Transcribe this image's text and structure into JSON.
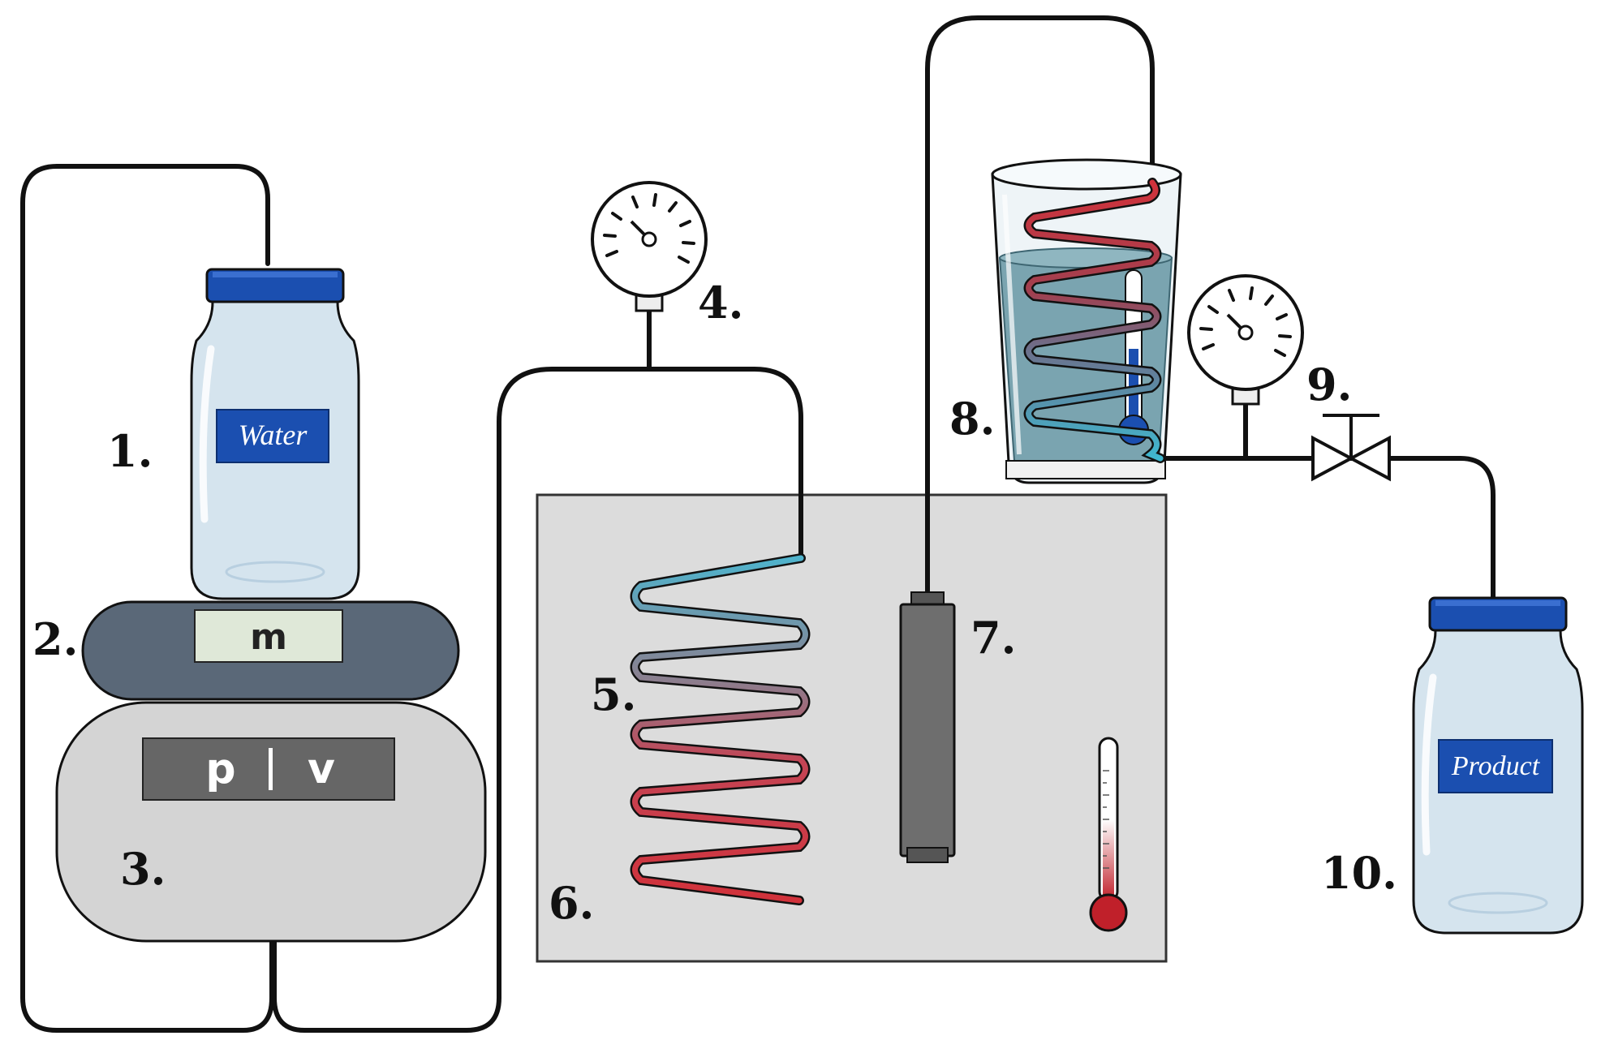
{
  "labels": {
    "n1": "1.",
    "n2": "2.",
    "n3": "3.",
    "n4": "4.",
    "n5": "5.",
    "n6": "6.",
    "n7": "7.",
    "n8": "8.",
    "n9": "9.",
    "n10": "10."
  },
  "water_jar": {
    "label": "Water"
  },
  "product_jar": {
    "label": "Product"
  },
  "balance": {
    "display": "m"
  },
  "pump": {
    "display_p": "p",
    "display_v": "v"
  },
  "colors": {
    "jar_lid": "#1b4fb0",
    "jar_glass": "#d5e4ee",
    "balance_body": "#5a6878",
    "balance_display": "#dfe8d8",
    "pump_body": "#d4d4d4",
    "pump_display": "#666666",
    "oven": "#dcdcdc",
    "column": "#6e6e6e",
    "coil_cold": "#4fb3cc",
    "coil_hot": "#d1323b",
    "bath_water": "#7aa4b0"
  },
  "icons": [
    "pressure-gauge-icon",
    "thermometer-icon",
    "valve-icon"
  ]
}
